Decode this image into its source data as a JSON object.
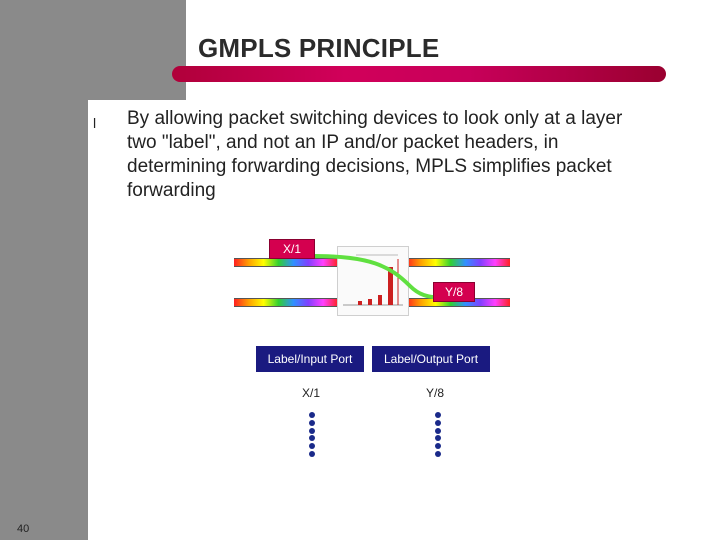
{
  "slide": {
    "title": "GMPLS PRINCIPLE",
    "bullet_marker": "l",
    "bullet_lines": [
      "By allowing packet switching devices to look only at a layer",
      "two \"label\", and not an IP and/or packet headers, in",
      "determining forwarding decisions, MPLS  simplifies packet",
      "forwarding"
    ],
    "page_number": "40"
  },
  "diagram": {
    "input_label_tag": "X/1",
    "output_label_tag": "Y/8",
    "input_port_header": "Label/Input Port",
    "output_port_header": "Label/Output Port",
    "input_port_value": "X/1",
    "output_port_value": "Y/8"
  },
  "colors": {
    "sidebar": "#8a8a8a",
    "title_bar": "#c8005a",
    "label_tag": "#d4004f",
    "port_box": "#1a1a80",
    "path_line": "#60e040"
  }
}
